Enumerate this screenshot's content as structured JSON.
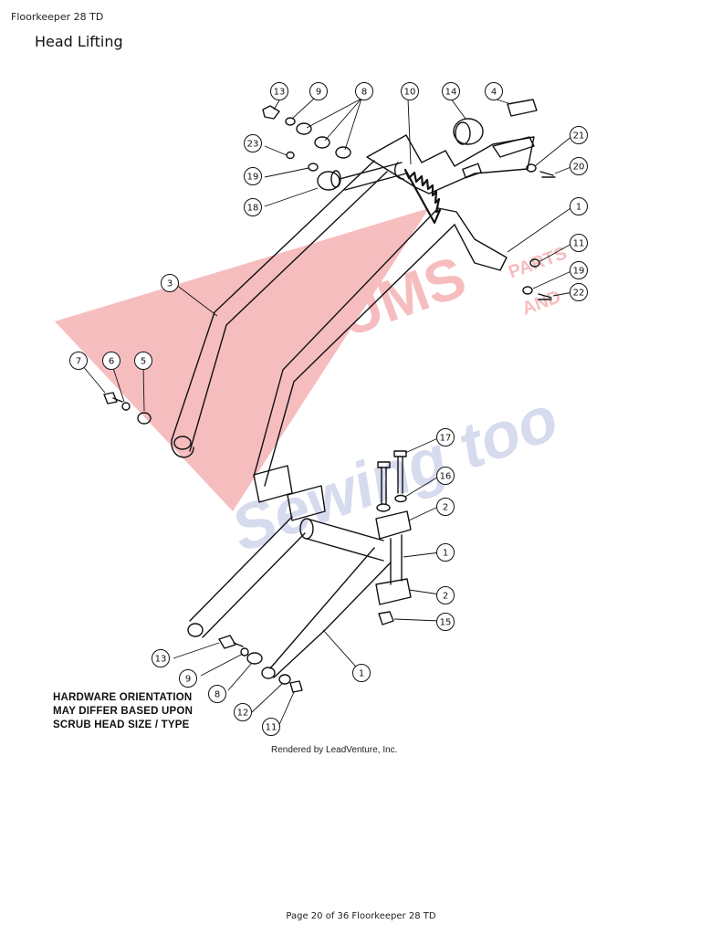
{
  "document": {
    "header": "Floorkeeper 28 TD",
    "title": "Head Lifting",
    "footer": "Page 20 of 36 Floorkeeper 28 TD",
    "rendered_by": "Rendered by LeadVenture, Inc."
  },
  "note": {
    "lines": [
      "HARDWARE ORIENTATION",
      "MAY DIFFER BASED UPON",
      "SCRUB HEAD SIZE / TYPE"
    ]
  },
  "watermark": {
    "word1": "VACUUMS",
    "small1": "PARTS",
    "small2": "AND",
    "word2": "Sewing too",
    "color_red": "#e8464a",
    "color_blue": "#8e9ad0"
  },
  "callouts": [
    {
      "id": "c-13a",
      "label": "13"
    },
    {
      "id": "c-9a",
      "label": "9"
    },
    {
      "id": "c-8a",
      "label": "8"
    },
    {
      "id": "c-10",
      "label": "10"
    },
    {
      "id": "c-14",
      "label": "14"
    },
    {
      "id": "c-4",
      "label": "4"
    },
    {
      "id": "c-23",
      "label": "23"
    },
    {
      "id": "c-21",
      "label": "21"
    },
    {
      "id": "c-19a",
      "label": "19"
    },
    {
      "id": "c-20",
      "label": "20"
    },
    {
      "id": "c-18",
      "label": "18"
    },
    {
      "id": "c-1a",
      "label": "1"
    },
    {
      "id": "c-11a",
      "label": "11"
    },
    {
      "id": "c-3",
      "label": "3"
    },
    {
      "id": "c-19b",
      "label": "19"
    },
    {
      "id": "c-22",
      "label": "22"
    },
    {
      "id": "c-7",
      "label": "7"
    },
    {
      "id": "c-6",
      "label": "6"
    },
    {
      "id": "c-5",
      "label": "5"
    },
    {
      "id": "c-17",
      "label": "17"
    },
    {
      "id": "c-16",
      "label": "16"
    },
    {
      "id": "c-2a",
      "label": "2"
    },
    {
      "id": "c-1b",
      "label": "1"
    },
    {
      "id": "c-2b",
      "label": "2"
    },
    {
      "id": "c-15",
      "label": "15"
    },
    {
      "id": "c-13b",
      "label": "13"
    },
    {
      "id": "c-9b",
      "label": "9"
    },
    {
      "id": "c-1c",
      "label": "1"
    },
    {
      "id": "c-8b",
      "label": "8"
    },
    {
      "id": "c-12",
      "label": "12"
    },
    {
      "id": "c-11b",
      "label": "11"
    }
  ]
}
